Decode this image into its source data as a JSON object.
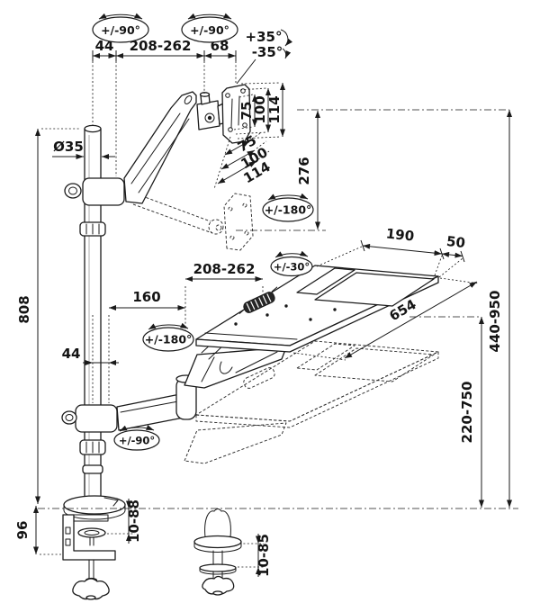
{
  "colors": {
    "line": "#1a1a1a",
    "background": "#ffffff",
    "spring_fill": "#262626"
  },
  "dims": {
    "pole_to_arm": "44",
    "arm_reach": "208-262",
    "arm_to_vesa": "68",
    "pole_diameter": "Ø35",
    "vesa_v_75": "75",
    "vesa_v_100": "100",
    "vesa_v_114": "114",
    "vesa_h_75": "75",
    "vesa_h_100": "100",
    "vesa_h_114": "114",
    "vertical_travel": "276",
    "pole_height": "808",
    "pole_to_lower_arm": "44",
    "lower_arm_length": "160",
    "tray_arm_reach": "208-262",
    "tray_depth": "190",
    "tray_edge": "50",
    "tray_width": "654",
    "tray_height_range": "220-750",
    "vesa_height_range": "440-950",
    "clamp_body_height": "96",
    "clamp_thickness_range": "10-88",
    "grommet_thickness_range": "10-85"
  },
  "angles": {
    "pole_rotation": "+/-90°",
    "head_rotation": "+/-90°",
    "tilt_up": "+35°",
    "tilt_down": "-35°",
    "vesa_spin": "+/-180°",
    "tray_tilt": "+/-30°",
    "tray_arm_rotation": "+/-180°",
    "lower_arm_rotation": "+/-90°"
  }
}
